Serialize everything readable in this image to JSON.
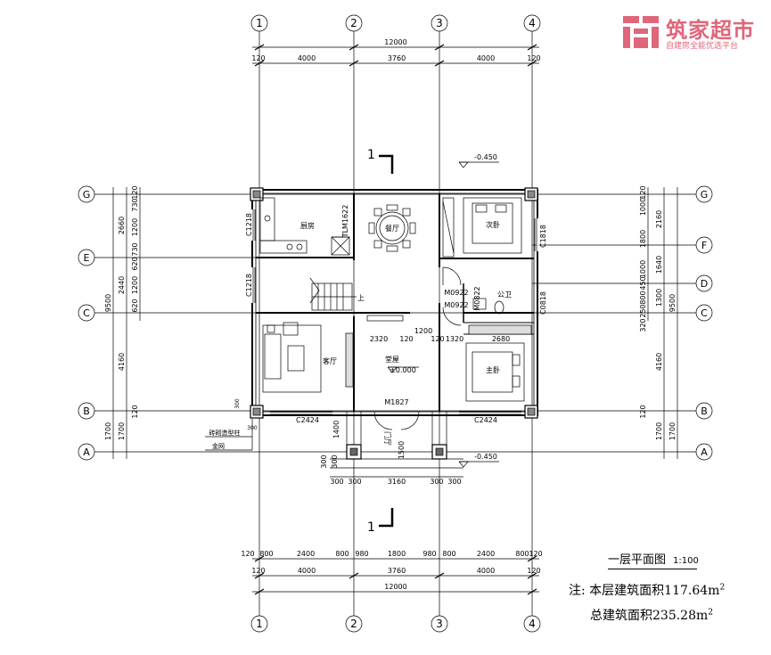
{
  "logo": {
    "name": "筑家超市",
    "tagline": "自建房全能优选平台"
  },
  "axes_x": [
    "1",
    "2",
    "3",
    "4"
  ],
  "axes_y": [
    "G",
    "E",
    "C",
    "B",
    "A"
  ],
  "axes_y_right": [
    "G",
    "F",
    "D",
    "C",
    "B",
    "A"
  ],
  "dims_top": {
    "total": "12000",
    "parts": [
      "120",
      "4000",
      "3760",
      "4000",
      "120"
    ]
  },
  "dims_bottom": {
    "detail": [
      "120",
      "800",
      "2400",
      "800",
      "980",
      "1800",
      "980",
      "800",
      "2400",
      "800",
      "120"
    ],
    "parts": [
      "120",
      "4000",
      "3760",
      "4000",
      "120"
    ],
    "total": "12000"
  },
  "dims_left": {
    "outer": [
      "9500",
      "1700"
    ],
    "mid": [
      "2660",
      "2440",
      "4160",
      "1700"
    ],
    "inner": [
      "120",
      "730",
      "1200",
      "730",
      "620",
      "1200",
      "620",
      "120"
    ]
  },
  "dims_right": {
    "outer": [
      "9500",
      "1700"
    ],
    "mid": [
      "2160",
      "1640",
      "1300",
      "4160",
      "1700"
    ],
    "inner": [
      "120",
      "1000",
      "1800",
      "1000",
      "450",
      "800",
      "250",
      "320",
      "120"
    ]
  },
  "rooms": {
    "kitchen": "厨房",
    "dining": "餐厅",
    "second_bedroom": "次卧",
    "bathroom": "公卫",
    "living": "客厅",
    "hall": "堂屋",
    "master_bedroom": "主卧",
    "foyer": "门厅",
    "stairs_up": "上"
  },
  "labels": {
    "tlm": "TLM1622",
    "c1218a": "C1218",
    "c1218b": "C1218",
    "c1818": "C1818",
    "c0818": "C0818",
    "m0922a": "M0922",
    "m0922b": "M0922",
    "m0822": "M0822",
    "m1827": "M1827",
    "c2424a": "C2424",
    "c2424b": "C2424",
    "elev_top": "-0.450",
    "elev_hall": "±0.000",
    "elev_bottom": "-0.450",
    "d2320": "2320",
    "d120a": "120",
    "d1200": "1200",
    "d120b": "120",
    "d1320": "1320",
    "d2680": "2680",
    "d1400": "1400",
    "d1500": "1500",
    "d300a": "300",
    "d300b": "300",
    "d3160": "3160",
    "d300c": "300",
    "d300d": "300",
    "d300e": "300",
    "d300f": "300",
    "d300g": "300",
    "d300h": "300",
    "col_note1": "砖砌造型柱",
    "col_note2": "金网",
    "section_mark": "1"
  },
  "title": {
    "name": "一层平面图",
    "scale": "1:100"
  },
  "notes": {
    "line1_prefix": "注: 本层建筑面积",
    "line1_value": "117.64m",
    "line1_sup": "2",
    "line2_prefix": "总建筑面积",
    "line2_value": "235.28m",
    "line2_sup": "2"
  }
}
